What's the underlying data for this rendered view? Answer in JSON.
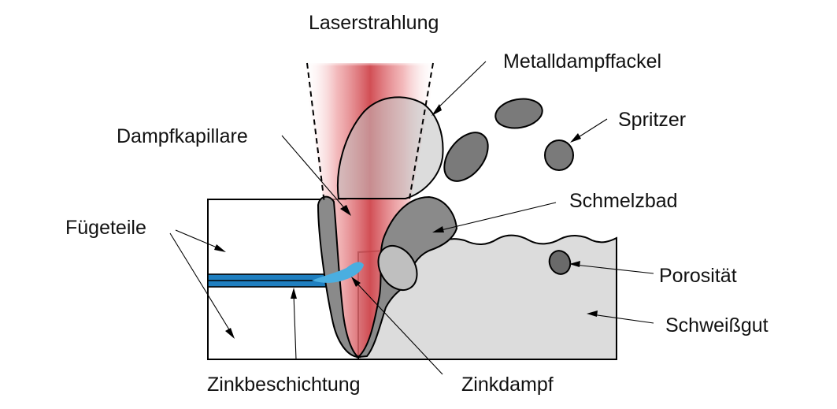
{
  "labels": {
    "laser": "Laserstrahlung",
    "plume": "Metalldampffackel",
    "capillary": "Dampfkapillare",
    "spatter": "Spritzer",
    "melt_pool": "Schmelzbad",
    "parts": "Fügeteile",
    "porosity": "Porosität",
    "weld_metal": "Schweißgut",
    "zinc_coating": "Zinkbeschichtung",
    "zinc_vapor": "Zinkdampf"
  },
  "colors": {
    "laser": "#d9434b",
    "melt": "#8c8c8c",
    "plume": "#b5b5b5",
    "weld": "#dddddd",
    "zinc_coating": "#1f7fc0",
    "zinc_vapor": "#4aaee0",
    "porosity": "#6a6a6a"
  }
}
